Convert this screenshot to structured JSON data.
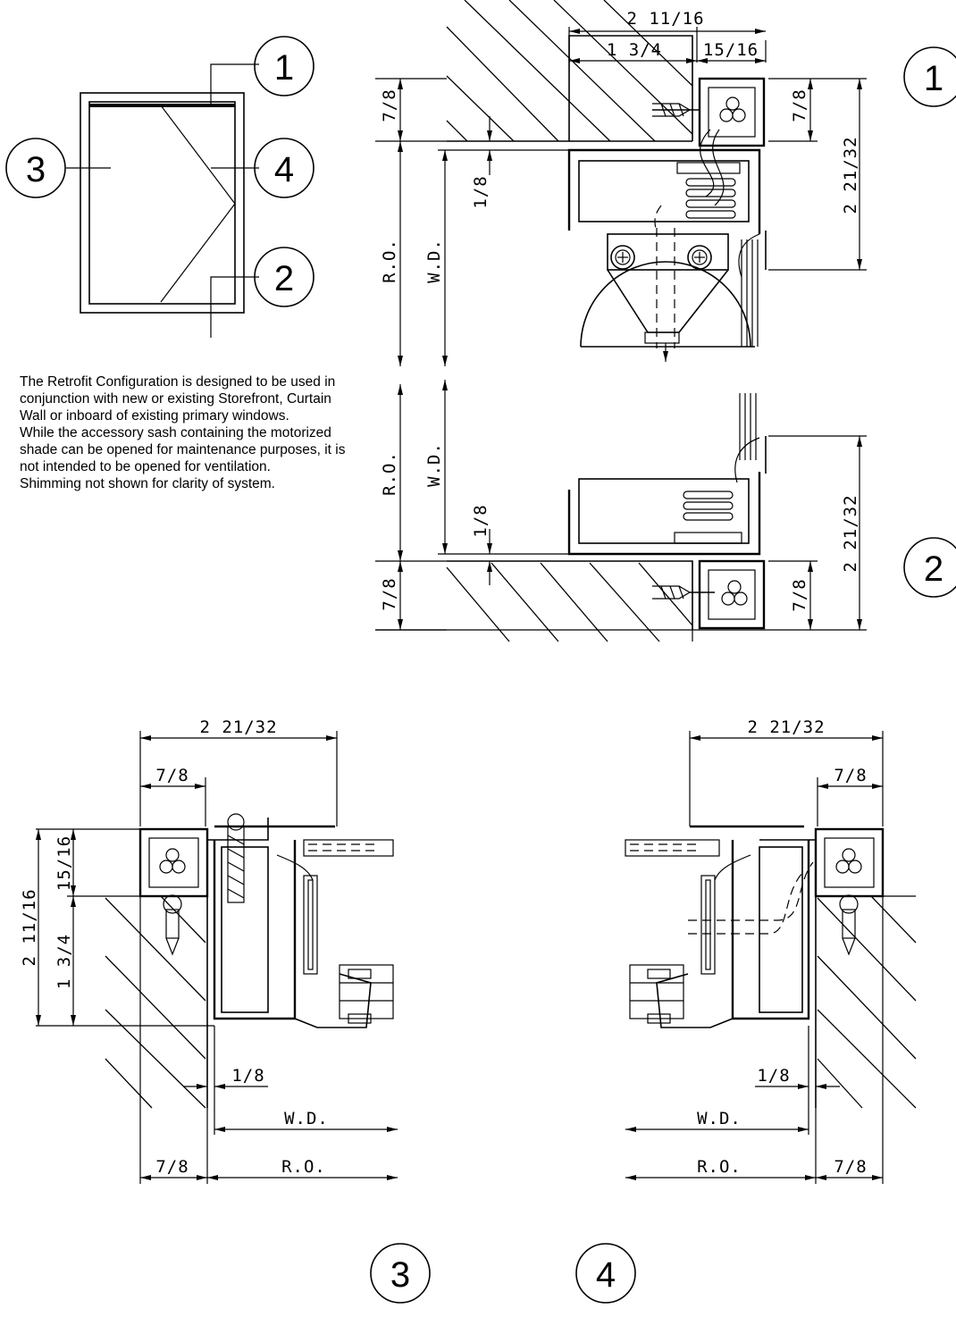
{
  "notes": [
    "The Retrofit Configuration is designed to be used in conjunction with new or existing Storefront, Curtain Wall or inboard of existing primary windows.",
    "While the accessory sash containing the motorized shade can be opened for maintenance purposes, it is not intended to be opened for ventilation.",
    "Shimming not shown for clarity of system."
  ],
  "key_plan": {
    "callouts": [
      "1",
      "2",
      "3",
      "4"
    ]
  },
  "head_section": {
    "detail_number": "1",
    "dims": {
      "overall_width": "2 11/16",
      "frame_depth": "1 3/4",
      "cover_depth": "15/16",
      "left_height": "7/8",
      "right_height": "7/8",
      "gap": "1/8",
      "rough_opening": "R.O.",
      "window_dim": "W.D.",
      "overall_height": "2 21/32"
    }
  },
  "sill_section": {
    "detail_number": "2",
    "dims": {
      "rough_opening": "R.O.",
      "window_dim": "W.D.",
      "gap": "1/8",
      "left_height": "7/8",
      "right_height": "7/8",
      "overall_height": "2 21/32"
    }
  },
  "jamb_left": {
    "detail_number": "3",
    "dims": {
      "overall_width": "2 21/32",
      "frame_width": "7/8",
      "cover_depth": "15/16",
      "frame_depth": "1 3/4",
      "overall_depth": "2 11/16",
      "gap": "1/8",
      "window_dim": "W.D.",
      "bottom_frame": "7/8",
      "rough_opening": "R.O."
    }
  },
  "jamb_right": {
    "detail_number": "4",
    "dims": {
      "overall_width": "2 21/32",
      "frame_width": "7/8",
      "gap": "1/8",
      "window_dim": "W.D.",
      "rough_opening": "R.O.",
      "bottom_frame": "7/8"
    }
  }
}
